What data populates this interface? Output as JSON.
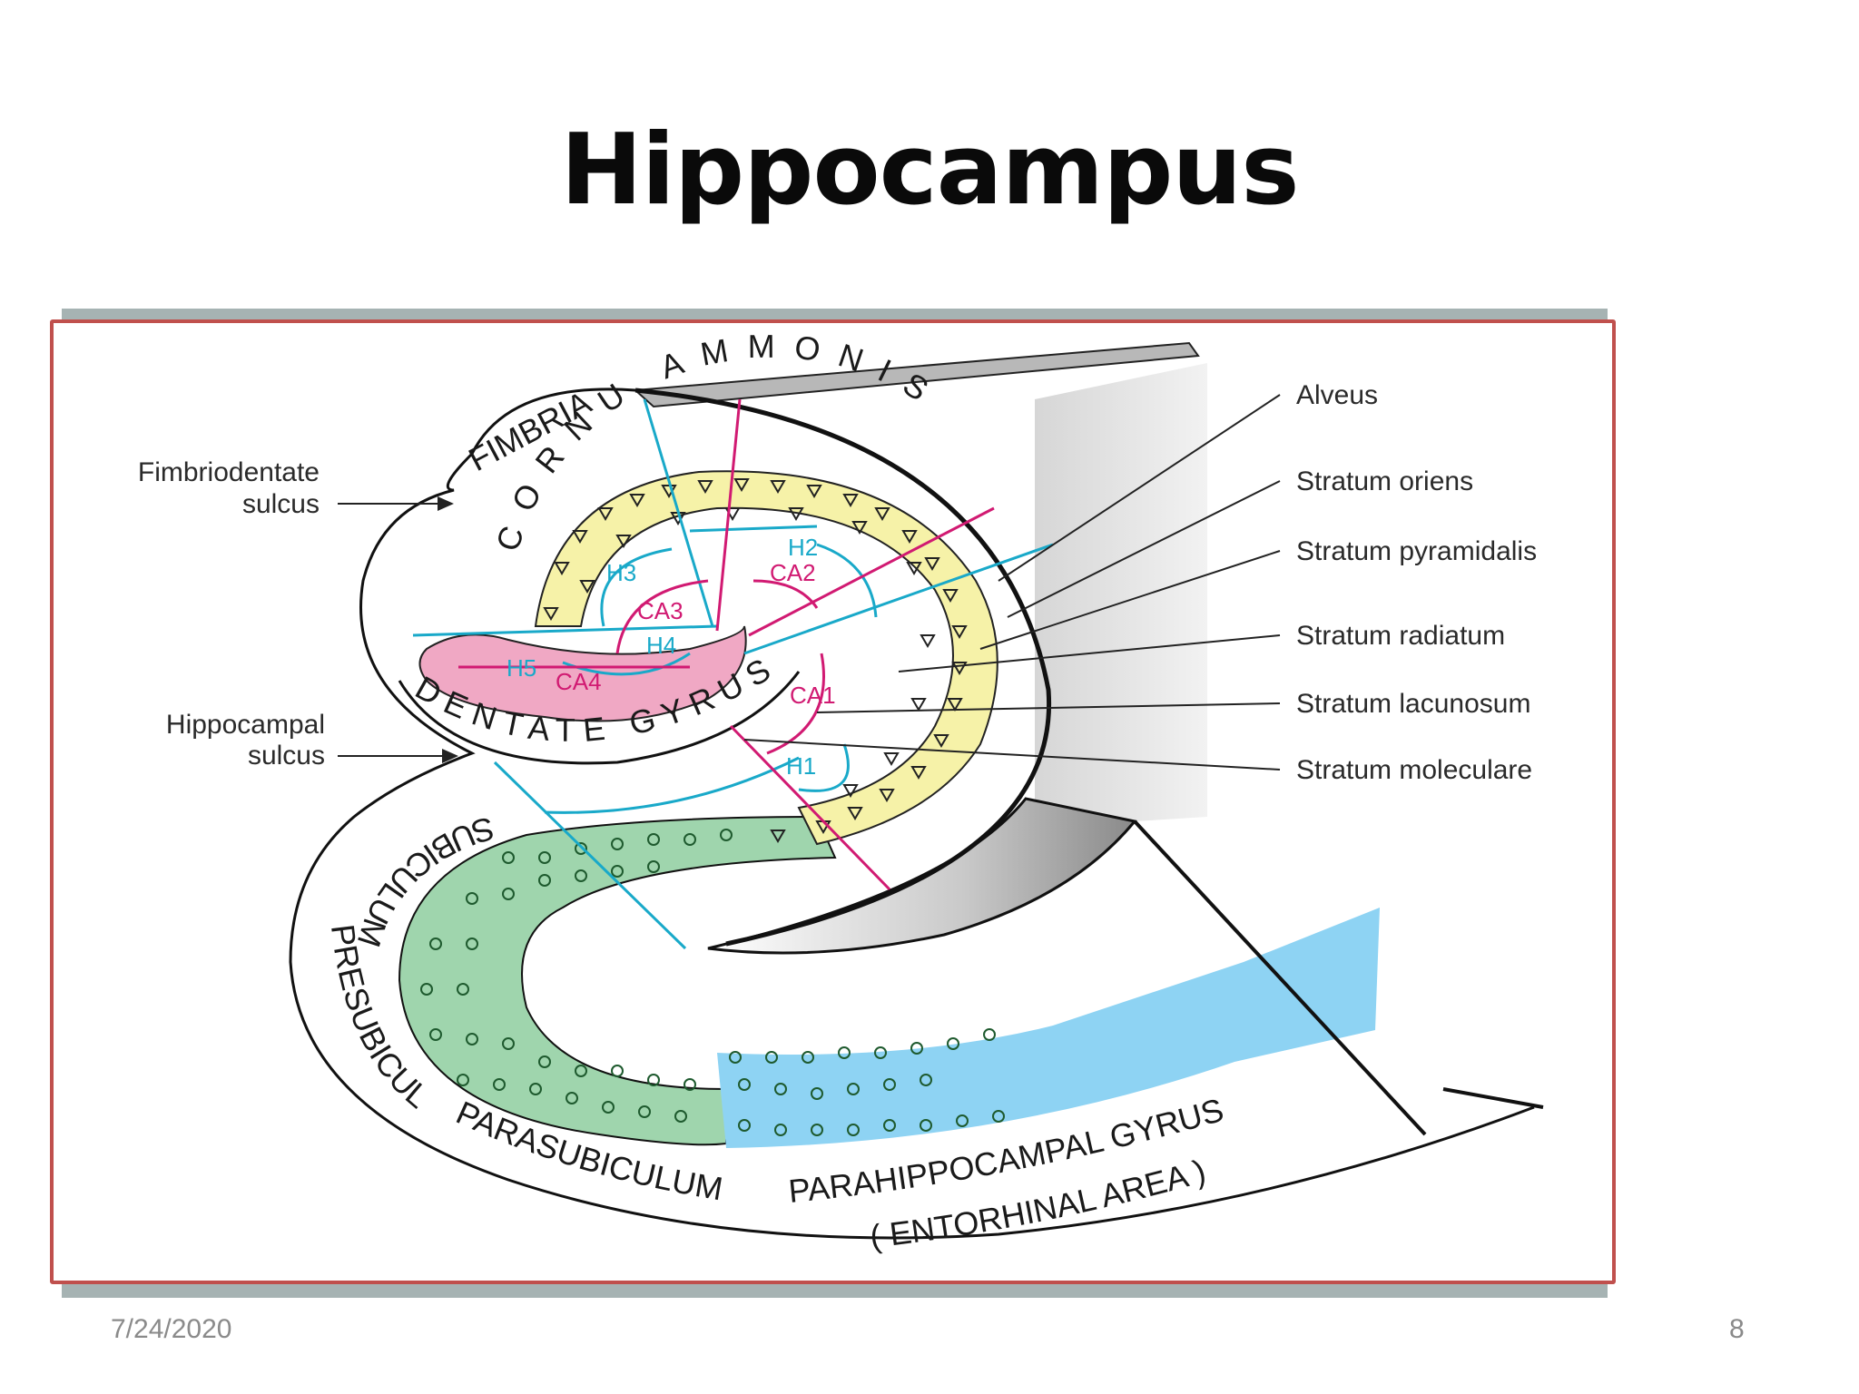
{
  "slide": {
    "title": "Hippocampus",
    "date": "7/24/2020",
    "page_number": "8"
  },
  "diagram": {
    "left_labels": {
      "fimbriodentate_1": "Fimbriodentate",
      "fimbriodentate_2": "sulcus",
      "hippocampal_1": "Hippocampal",
      "hippocampal_2": "sulcus"
    },
    "right_labels": {
      "alveus": "Alveus",
      "stratum_oriens": "Stratum oriens",
      "stratum_pyramidalis": "Stratum pyramidalis",
      "stratum_radiatum": "Stratum radiatum",
      "stratum_lacunosum": "Stratum lacunosum",
      "stratum_moleculare": "Stratum moleculare"
    },
    "regions": {
      "fimbria": "FIMBRIA",
      "cornu_ammonis": "CORNU AMMONIS",
      "dentate_gyrus": "DENTATE GYRUS",
      "subiculum": "SUBICULUM",
      "presubiculum": "PRESUBICULUM",
      "parasubiculum": "PARASUBICULUM",
      "parahippocampal_gyrus": "PARAHIPPOCAMPAL GYRUS",
      "entorhinal_area": "( ENTORHINAL AREA )"
    },
    "fields": {
      "h1": "H1",
      "h2": "H2",
      "h3": "H3",
      "h4": "H4",
      "h5": "H5",
      "ca1": "CA1",
      "ca2": "CA2",
      "ca3": "CA3",
      "ca4": "CA4"
    },
    "colors": {
      "pyramidal_layer": "#f6f2a8",
      "dentate_granule": "#f0a8c4",
      "subiculum_layer": "#9fd5ad",
      "entorhinal_layer": "#8ed3f3",
      "cyan_lines": "#19a9c9",
      "magenta_lines": "#d11a72",
      "frame_border": "#c0504d",
      "frame_shadow": "#a6b3b3"
    }
  }
}
